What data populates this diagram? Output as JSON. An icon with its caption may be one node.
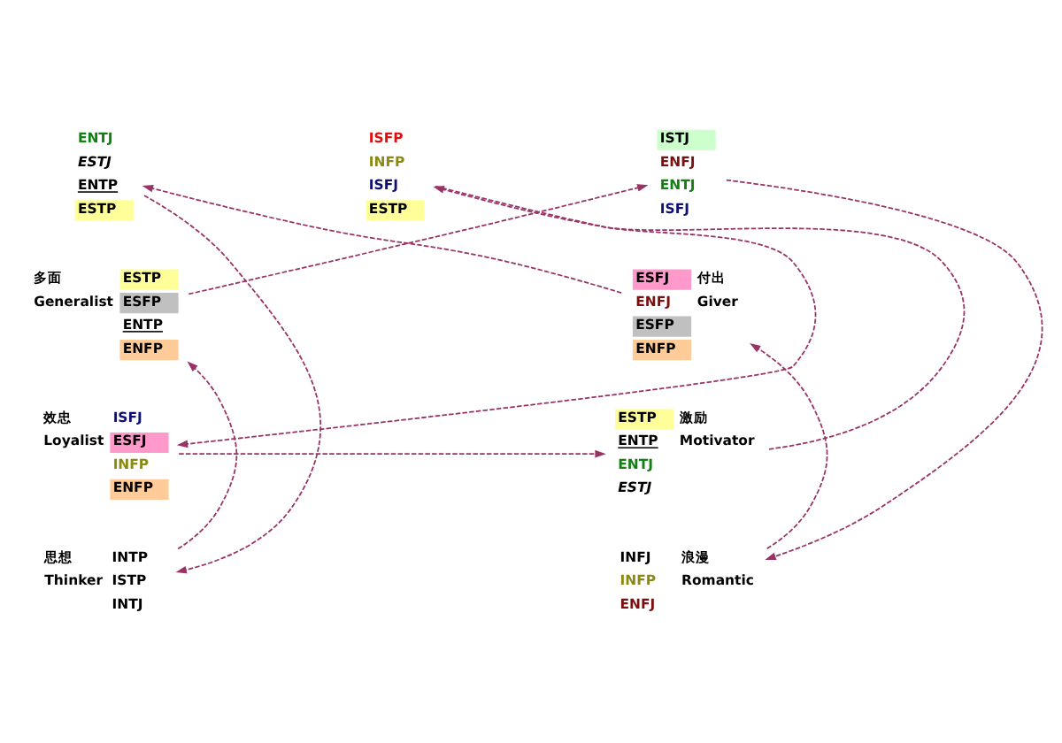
{
  "diagram": {
    "nodes": [
      {
        "text": [
          "ENTJ",
          "ESTJ",
          "ENTP",
          "ESTP"
        ]
      },
      {
        "text": [
          "ISFP",
          "INFP",
          "ISFJ",
          "ESTP"
        ]
      },
      {
        "text": [
          "ISTJ",
          "ENFJ",
          "ENTJ",
          "ISFJ"
        ]
      },
      {
        "text": [
          "ESTP",
          "ESFP",
          "ENTP",
          "ENFP"
        ],
        "beside": [
          "多面",
          "Generalist"
        ]
      },
      {
        "text": [
          "ESFJ",
          "ENFJ",
          "ESFP",
          "ENFP"
        ],
        "beside": [
          "付出",
          "Giver"
        ]
      },
      {
        "text": [
          "ISFJ",
          "ESFJ",
          "INFP",
          "ENFP"
        ],
        "beside": [
          "效忠",
          "Loyalist"
        ]
      },
      {
        "text": [
          "ESTP",
          "ENTP",
          "ENTJ",
          "ESTJ"
        ],
        "beside": [
          "激励",
          "Motivator"
        ]
      },
      {
        "text": [
          "INTP",
          "ISTP",
          "INTJ"
        ],
        "beside": [
          "思想",
          "Thinker"
        ]
      },
      {
        "text": [
          "INFJ",
          "INFP",
          "ENFJ"
        ],
        "beside": [
          "浪漫",
          "Romantic"
        ]
      }
    ],
    "edges": [
      {
        "from": 4,
        "to": 0,
        "arrow": "to",
        "style": "dashed"
      },
      {
        "from": 6,
        "to": 1,
        "arrow": "to",
        "style": "dashed"
      },
      {
        "from": 3,
        "to": 2,
        "arrow": "to",
        "style": "dashed"
      },
      {
        "from": 7,
        "to": 3,
        "arrow": "to",
        "style": "dashed"
      },
      {
        "from": 8,
        "to": 4,
        "arrow": "to",
        "style": "dashed"
      },
      {
        "from": 1,
        "to": 5,
        "arrow": "to",
        "style": "dashed"
      },
      {
        "from": 5,
        "to": 6,
        "arrow": "to",
        "style": "dashed"
      },
      {
        "from": 0,
        "to": 7,
        "arrow": "to",
        "style": "dashed"
      },
      {
        "from": 2,
        "to": 8,
        "arrow": "to",
        "style": "dashed"
      }
    ]
  }
}
